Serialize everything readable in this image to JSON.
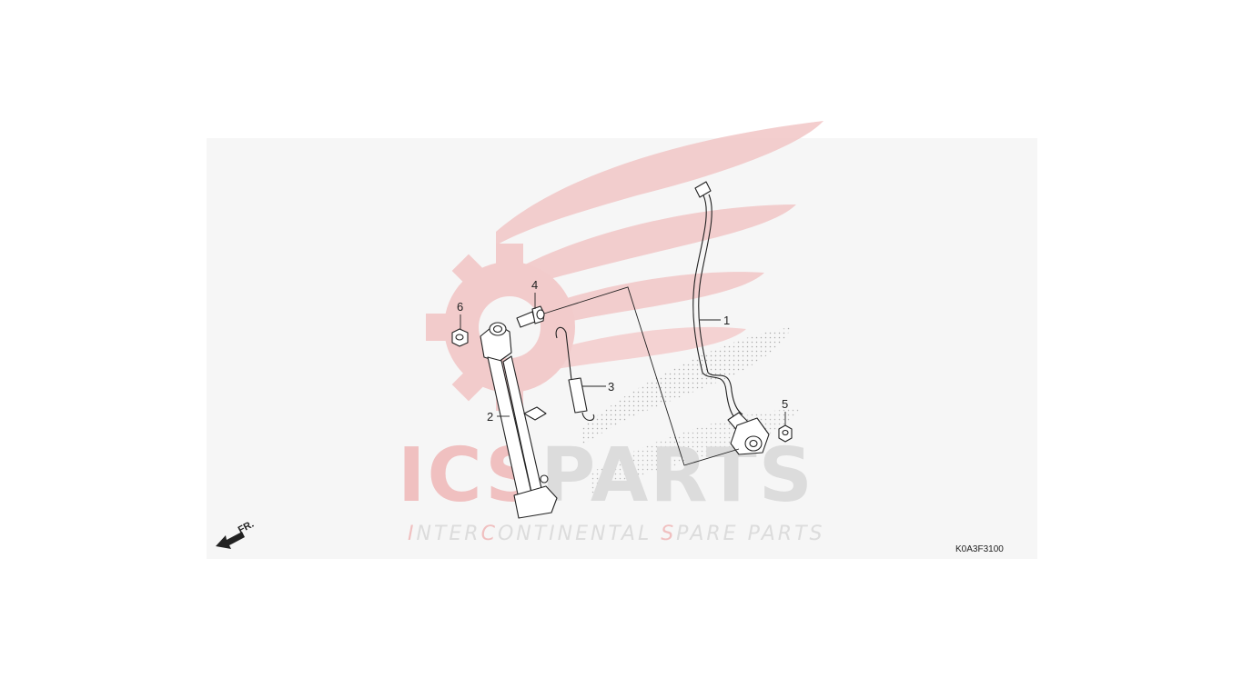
{
  "diagram": {
    "code": "K0A3F3100",
    "direction_label": "FR."
  },
  "callouts": [
    {
      "id": "1"
    },
    {
      "id": "2"
    },
    {
      "id": "3"
    },
    {
      "id": "4"
    },
    {
      "id": "5"
    },
    {
      "id": "6"
    }
  ],
  "watermark": {
    "brand_red": "ICS",
    "brand_grey": "PARTS",
    "tagline_parts": [
      {
        "text": "I",
        "color": "accent"
      },
      {
        "text": "NTER",
        "color": "grey"
      },
      {
        "text": "C",
        "color": "accent"
      },
      {
        "text": "ONTINENTAL ",
        "color": "grey"
      },
      {
        "text": "S",
        "color": "accent"
      },
      {
        "text": "PARE PARTS",
        "color": "grey"
      }
    ],
    "logo_icon": "winged-gear-logo",
    "accent_color": "#f0c4c4",
    "grey_color": "#dcdcdc"
  },
  "icons": {
    "direction": "arrow-left-down-icon"
  }
}
